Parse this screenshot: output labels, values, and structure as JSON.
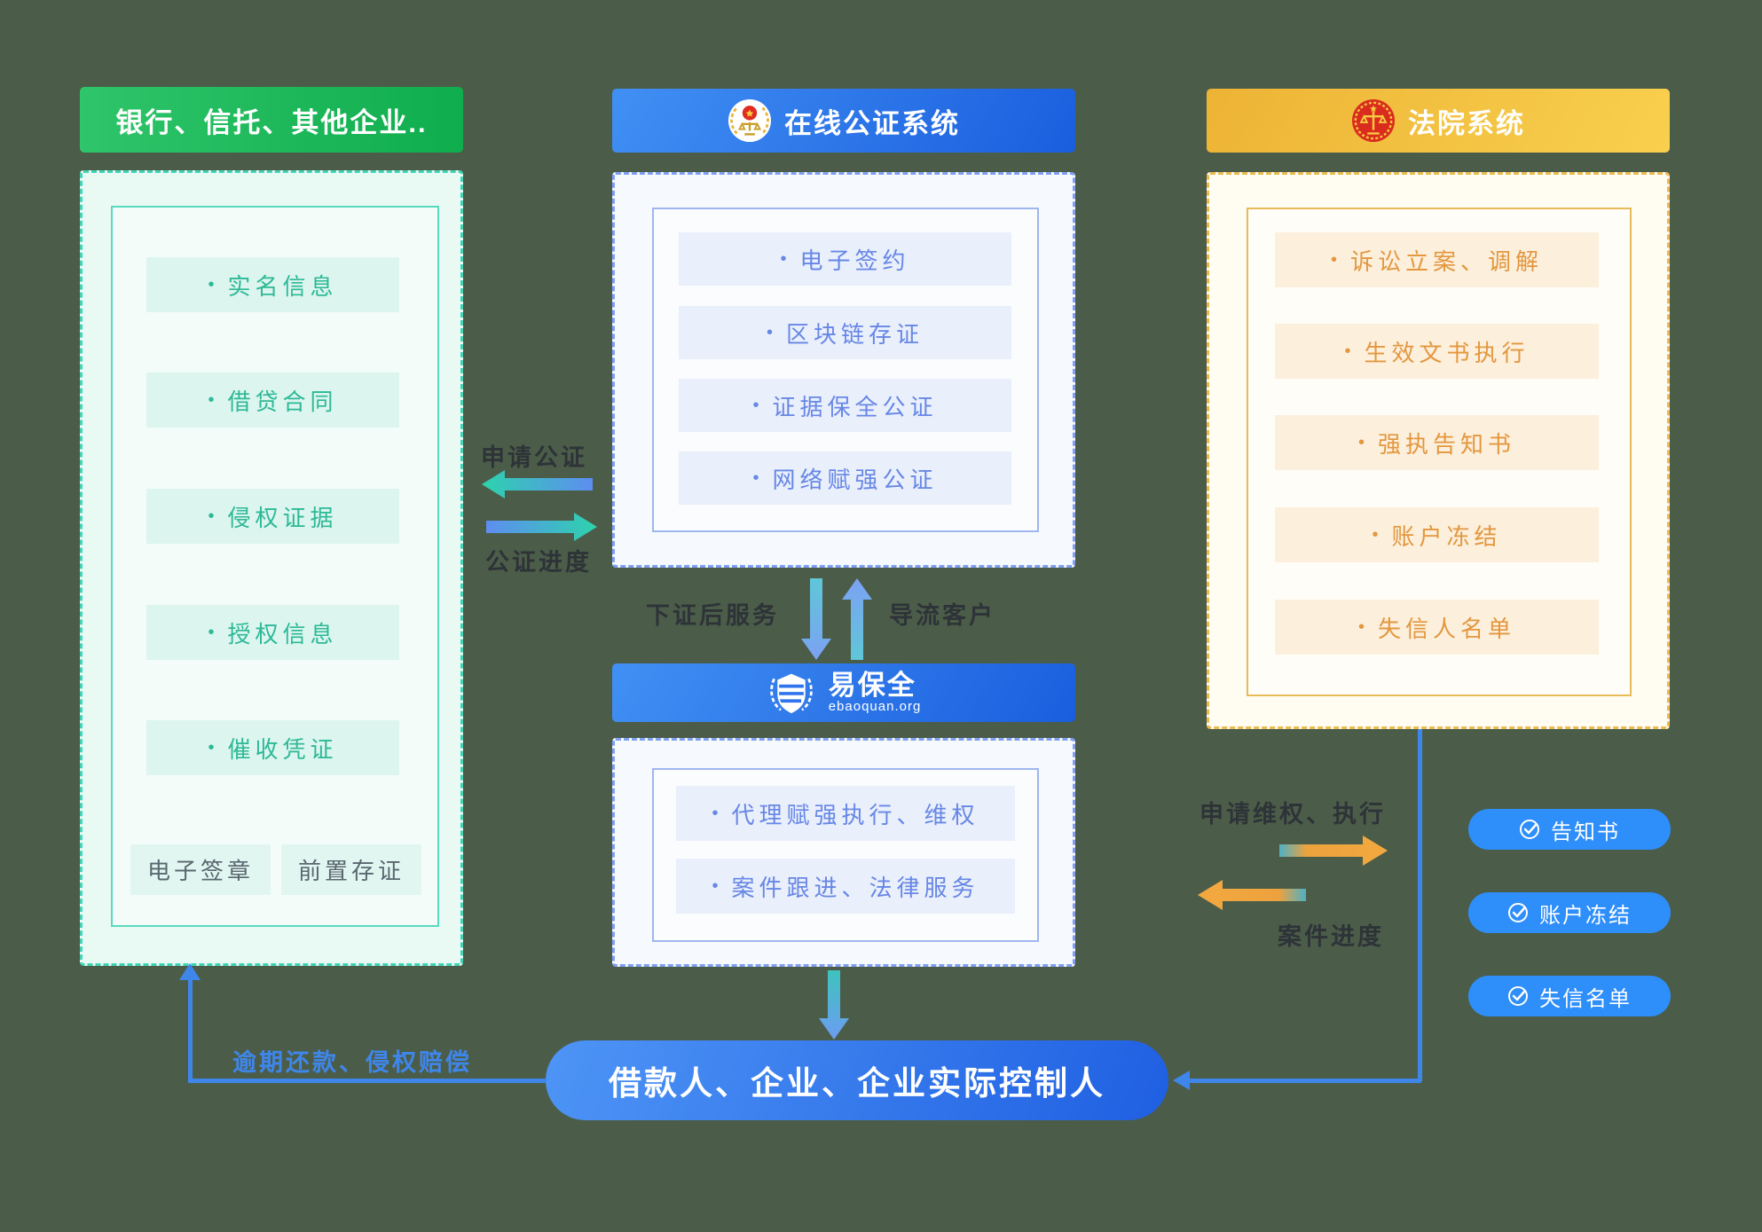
{
  "ui": {
    "bullet": "•"
  },
  "left_panel": {
    "title": "银行、信托、其他企业..",
    "items": [
      "实名信息",
      "借贷合同",
      "侵权证据",
      "授权信息",
      "催收凭证"
    ],
    "footer_items": [
      "电子签章",
      "前置存证"
    ]
  },
  "notary_panel": {
    "title": "在线公证系统",
    "items": [
      "电子签约",
      "区块链存证",
      "证据保全公证",
      "网络赋强公证"
    ]
  },
  "ebaoquan_panel": {
    "title": "易保全",
    "domain": "ebaoquan.org",
    "items": [
      "代理赋强执行、维权",
      "案件跟进、法律服务"
    ]
  },
  "court_panel": {
    "title": "法院系统",
    "items": [
      "诉讼立案、调解",
      "生效文书执行",
      "强执告知书",
      "账户冻结",
      "失信人名单"
    ]
  },
  "labels": {
    "apply_notarization": "申请公证",
    "notarization_progress": "公证进度",
    "post_certificate_service": "下证后服务",
    "divert_customers": "导流客户",
    "apply_enforcement": "申请维权、执行",
    "case_progress": "案件进度",
    "overdue_repayment": "逾期还款、侵权赔偿"
  },
  "result_pills": [
    "告知书",
    "账户冻结",
    "失信名单"
  ],
  "bottom_entity": "借款人、企业、企业实际控制人",
  "colors": {
    "background": "#4b5d49",
    "green_header": "#18b455",
    "teal_accent": "#2db996",
    "blue_header": "#2b6fe4",
    "periwinkle_accent": "#6787e6",
    "gold_header": "#f2b83e",
    "orange_accent": "#e3973e",
    "pill_blue": "#2e8efa",
    "connector_blue": "#3f86ea"
  }
}
